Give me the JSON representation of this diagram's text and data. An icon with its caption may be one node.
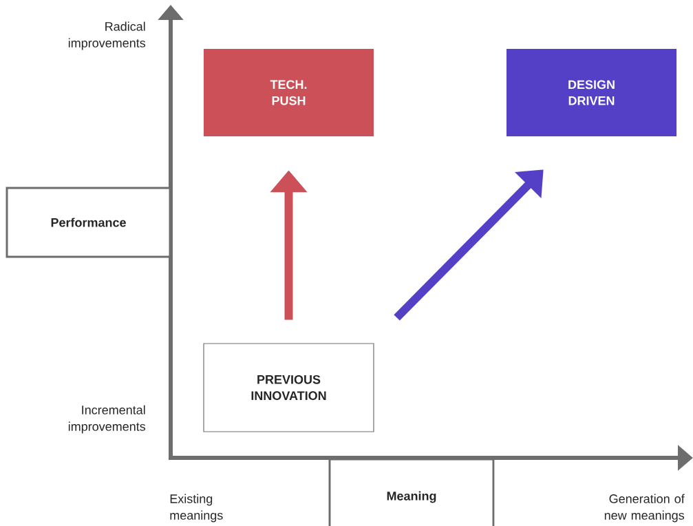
{
  "diagram": {
    "nodes": [
      {
        "text": [
          "Performance"
        ]
      },
      {
        "text": [
          "Meaning"
        ]
      },
      {
        "text": [
          "TECH. PUSH"
        ]
      },
      {
        "text": [
          "DESIGN DRIVEN"
        ]
      },
      {
        "text": [
          "PREVIOUS INNOVATION"
        ]
      }
    ],
    "edges": [
      {
        "from": 4,
        "to": 2,
        "arrow": "to",
        "color": "#cc5057"
      },
      {
        "from": 4,
        "to": 3,
        "arrow": "to",
        "color": "#5340c6"
      }
    ],
    "labels": [
      "Radical improvements",
      "Incremental improvements",
      "Existing meanings",
      "Generation of new meanings"
    ]
  }
}
